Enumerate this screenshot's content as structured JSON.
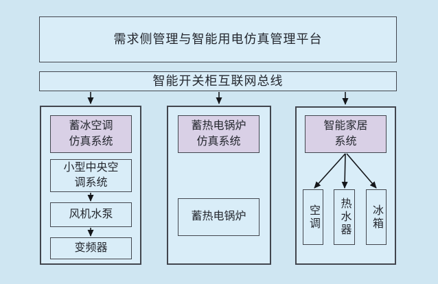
{
  "platform": {
    "label": "需求侧管理与智能用电仿真管理平台"
  },
  "bus": {
    "label": "智能开关柜互联网总线"
  },
  "columns": [
    {
      "id": "ice-storage-ac",
      "header": "蓄冰空调\n仿真系统",
      "children": [
        "小型中央空\n调系统",
        "风机水泵",
        "变频器"
      ]
    },
    {
      "id": "heat-storage-boiler",
      "header": "蓄热电锅炉\n仿真系统",
      "children": [
        "蓄热电锅炉"
      ]
    },
    {
      "id": "smart-home",
      "header": "智能家居\n系统",
      "children": [
        "空调",
        "热水器",
        "冰箱"
      ]
    }
  ],
  "colors": {
    "bg": "#cfe6f2",
    "boxfill": "#d9edf8",
    "purple": "#d9d0e6",
    "border": "#41454d",
    "ink": "#24272e",
    "arrow": "#14161a"
  }
}
